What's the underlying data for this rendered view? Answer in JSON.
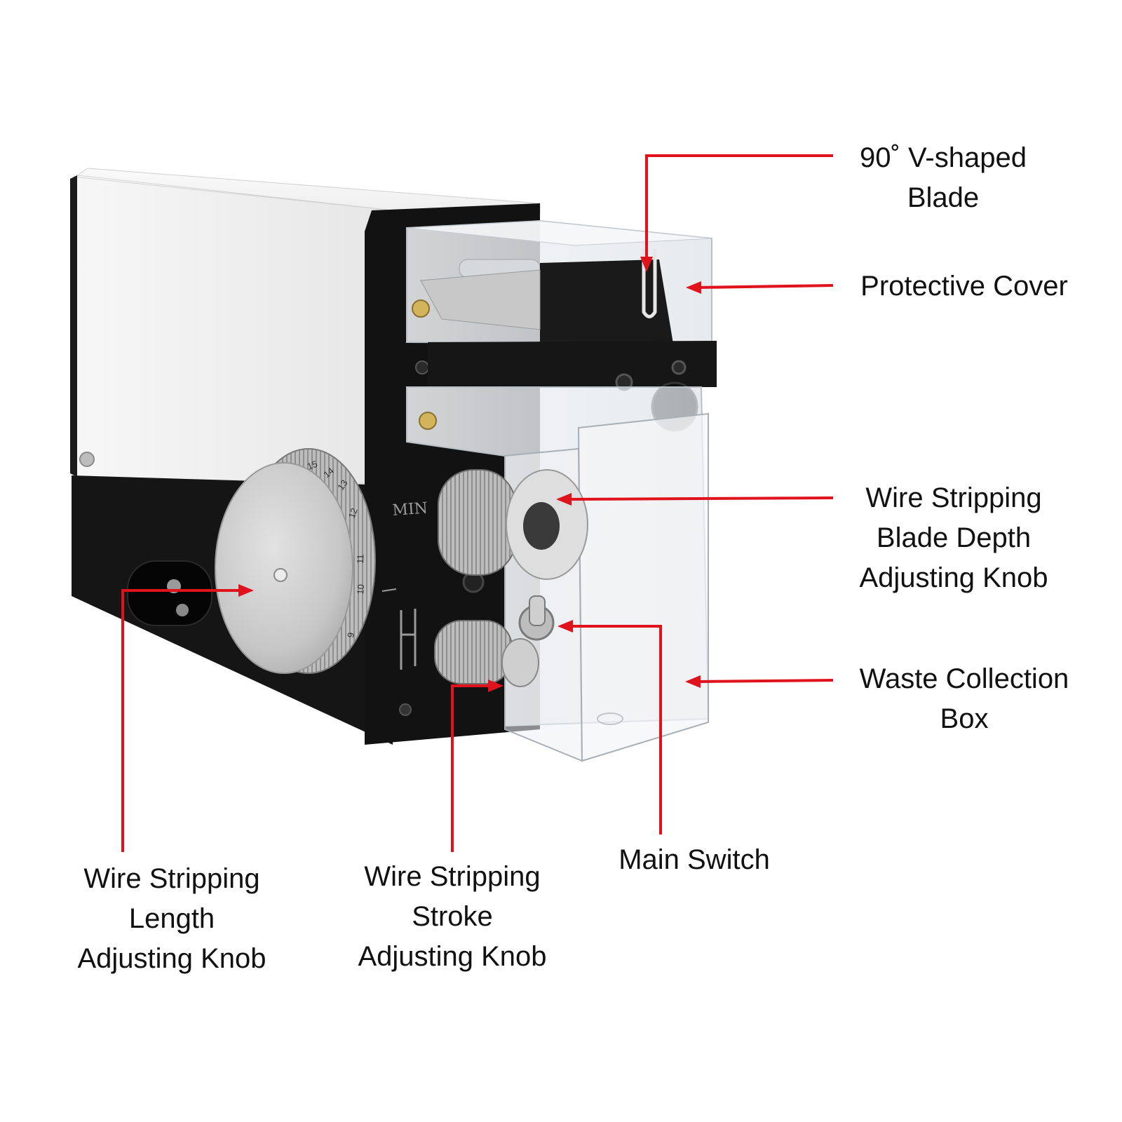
{
  "colors": {
    "arrow": "#e0121b",
    "text": "#111111",
    "housing_white": "#f2f2f2",
    "housing_black": "#141414",
    "transparent_cover": "#e9eef2",
    "knob_silver": "#c9c9c9"
  },
  "device": {
    "dial_scale_numbers": [
      "9",
      "10",
      "11",
      "12",
      "13",
      "14",
      "15"
    ],
    "front_plate_text": "MIN"
  },
  "callouts": {
    "blade": {
      "icon": "arrow-pointer",
      "lines": [
        "90˚ V-shaped",
        "Blade"
      ]
    },
    "cover": {
      "icon": "arrow-pointer",
      "lines": [
        "Protective Cover"
      ]
    },
    "depth_knob": {
      "icon": "arrow-pointer",
      "lines": [
        "Wire Stripping",
        "Blade Depth",
        "Adjusting Knob"
      ]
    },
    "waste_box": {
      "icon": "arrow-pointer",
      "lines": [
        "Waste Collection",
        "Box"
      ]
    },
    "length_knob": {
      "icon": "arrow-pointer",
      "lines": [
        "Wire Stripping",
        "Length",
        "Adjusting Knob"
      ]
    },
    "stroke_knob": {
      "icon": "arrow-pointer",
      "lines": [
        "Wire Stripping",
        "Stroke",
        "Adjusting Knob"
      ]
    },
    "main_switch": {
      "icon": "arrow-pointer",
      "lines": [
        "Main Switch"
      ]
    }
  }
}
